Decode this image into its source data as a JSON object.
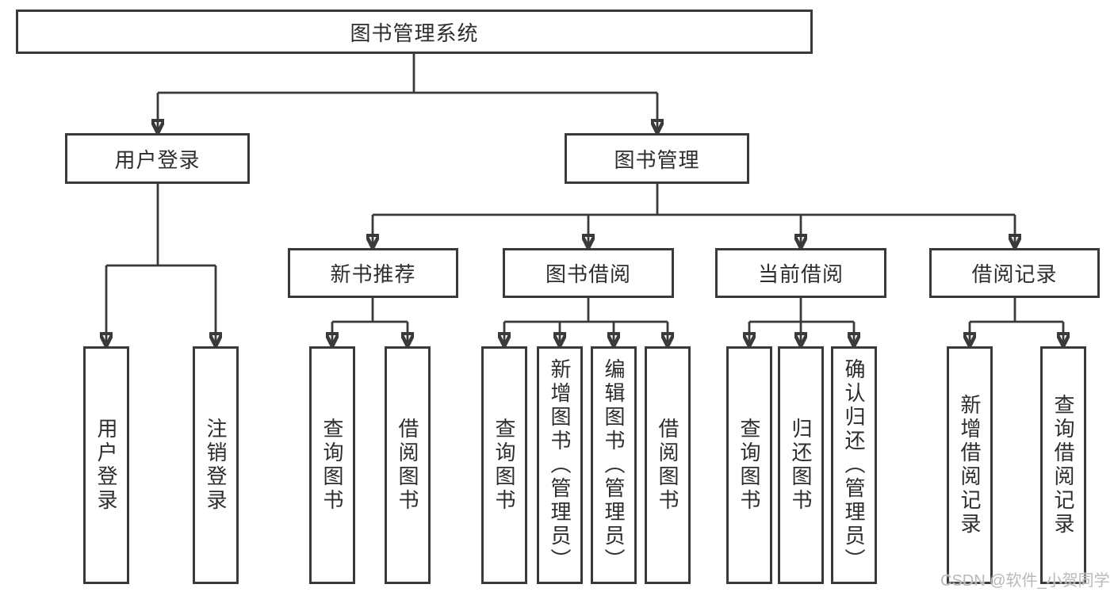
{
  "diagram": {
    "root": {
      "label": "图书管理系统"
    },
    "branches": [
      {
        "label": "用户登录",
        "children": [
          {
            "label": "用户登录"
          },
          {
            "label": "注销登录"
          }
        ]
      },
      {
        "label": "图书管理",
        "children": [
          {
            "label": "新书推荐",
            "children": [
              {
                "label": "查询图书"
              },
              {
                "label": "借阅图书"
              }
            ]
          },
          {
            "label": "图书借阅",
            "children": [
              {
                "label": "查询图书"
              },
              {
                "label": "新增图书（管理员）"
              },
              {
                "label": "编辑图书（管理员）"
              },
              {
                "label": "借阅图书"
              }
            ]
          },
          {
            "label": "当前借阅",
            "children": [
              {
                "label": "查询图书"
              },
              {
                "label": "归还图书"
              },
              {
                "label": "确认归还（管理员）"
              }
            ]
          },
          {
            "label": "借阅记录",
            "children": [
              {
                "label": "新增借阅记录"
              },
              {
                "label": "查询借阅记录"
              }
            ]
          }
        ]
      }
    ]
  },
  "watermark": {
    "text": "CSDN @软件_小贺同学"
  },
  "colors": {
    "line": "#3a3a3a",
    "text": "#2d2d2d",
    "watermark_text": "#b9b9b9",
    "background": "#ffffff"
  }
}
